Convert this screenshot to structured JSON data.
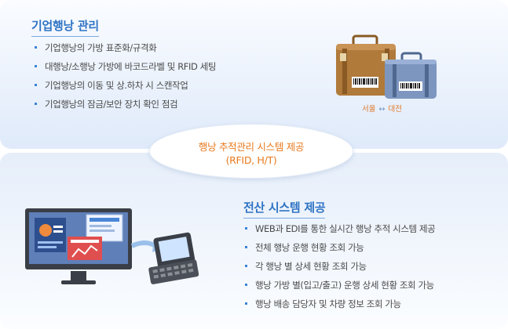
{
  "top_section": {
    "title": "기업행낭 관리",
    "items": [
      "기업행낭의 가방 표준화/규격화",
      "대행낭/소행낭 가방에 바코드라벨 및 RFID 세팅",
      "기업행낭의 이동 및 상.하차 시 스캔작업",
      "기업행낭의 잠금/보안 장치 확인 점검"
    ],
    "route": {
      "from": "서울",
      "arrow": "↔",
      "to": "대전"
    }
  },
  "center_label": {
    "line1": "행낭 추적관리 시스템 제공",
    "line2": "(RFID, H/T)"
  },
  "bottom_section": {
    "title": "전산 시스템 제공",
    "items": [
      "WEB과 EDI를 통한 실시간 행낭 추적 시스템 제공",
      "전체 행낭 운행 현황 조회 가능",
      "각 행낭 별 상세 현황 조회 가능",
      "행낭 가방 별(입고/출고) 운행 상세 현황 조회 가능",
      "행낭 배송 담당자 및 차량 정보 조회 가능"
    ]
  },
  "colors": {
    "title_blue": "#2f74c4",
    "accent_orange": "#e87a1e",
    "bag_brown": "#b07a3a",
    "bag_blue": "#7d96c0"
  }
}
